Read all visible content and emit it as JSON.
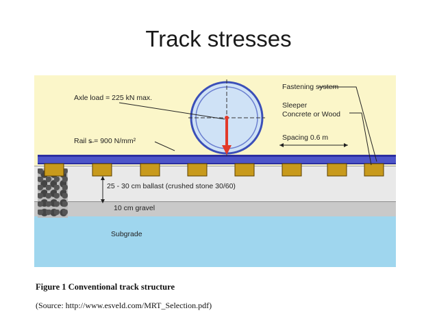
{
  "slide": {
    "title": "Track stresses"
  },
  "diagram": {
    "labels": {
      "axle_load": "Axle load = 225 kN max.",
      "rail_stress": "Rail s̶ = 900 N/mm²",
      "fastening_system": "Fastening system",
      "sleeper_line1": "Sleeper",
      "sleeper_line2": "Concrete or Wood",
      "spacing": "Spacing 0.6 m",
      "ballast": "25 - 30 cm ballast (crushed stone 30/60)",
      "gravel": "10 cm gravel",
      "subgrade": "Subgrade"
    },
    "colors": {
      "background": "#fbf6c9",
      "rail": "#4d55c9",
      "sleeper": "#c89a1c",
      "wheel": "#cfe2f6",
      "load_arrow": "#e23a2a",
      "ballast": "#e9e9e9",
      "gravel": "#c9c9c9",
      "subgrade": "#9fd6ee"
    }
  },
  "figure": {
    "caption": "Figure 1 Conventional track structure",
    "source": "(Source: http://www.esveld.com/MRT_Selection.pdf)"
  }
}
